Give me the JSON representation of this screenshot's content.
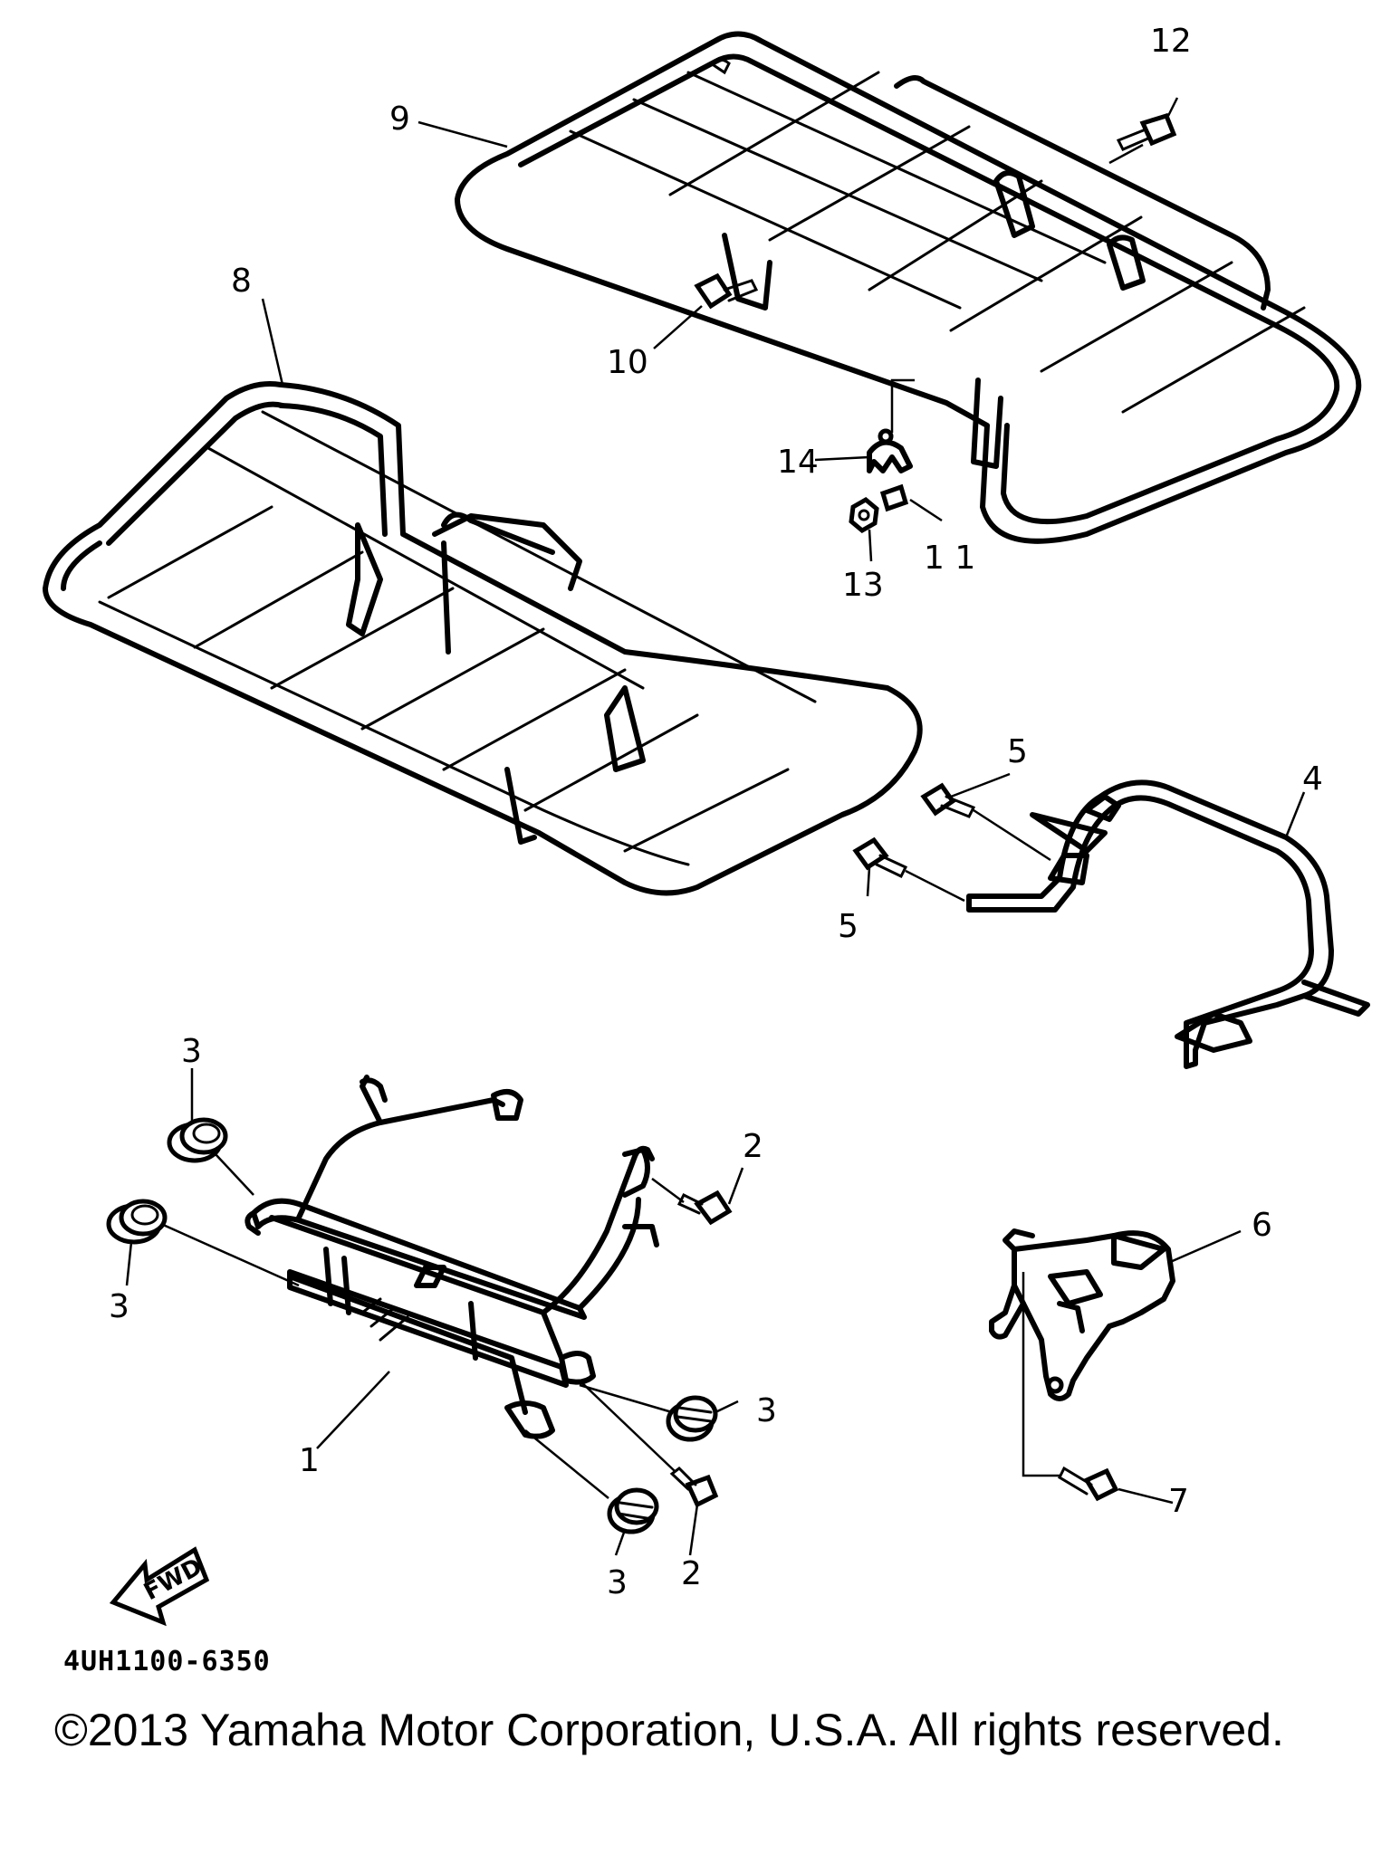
{
  "callouts": {
    "c1": "1",
    "c2a": "2",
    "c2b": "2",
    "c3a": "3",
    "c3b": "3",
    "c3c": "3",
    "c3d": "3",
    "c4": "4",
    "c5a": "5",
    "c5b": "5",
    "c6": "6",
    "c7": "7",
    "c8": "8",
    "c9": "9",
    "c10": "10",
    "c11": "1 1",
    "c12": "12",
    "c13": "13",
    "c14": "14"
  },
  "fwd_label": "FWD",
  "diagram_code": "4UH1100-6350",
  "copyright": "©2013 Yamaha Motor Corporation, U.S.A. All rights reserved."
}
